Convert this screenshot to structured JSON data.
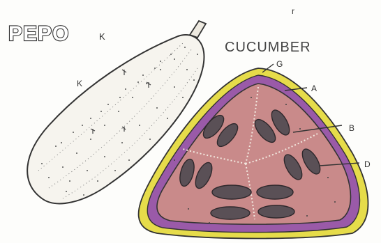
{
  "diagram": {
    "title": "PEPO",
    "title_suffix": "K",
    "subtitle": "CUCUMBER",
    "fruit_label": "K",
    "labels": {
      "g": "G",
      "a": "A",
      "b": "B",
      "d": "D",
      "stray_mark": "r"
    }
  },
  "colors": {
    "rind_outer": "#e6dc4a",
    "rind_band": "#9a5aa8",
    "flesh": "#c98a8a",
    "seed": "#5a5056",
    "outline": "#333333"
  }
}
